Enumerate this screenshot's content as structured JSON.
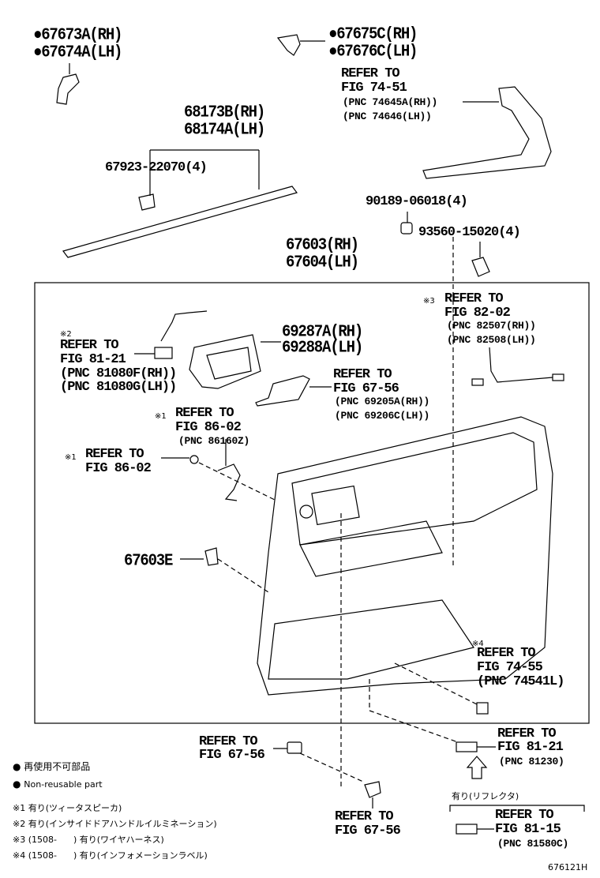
{
  "labels": {
    "p67673A": "●67673A(RH)",
    "p67674A": "●67674A(LH)",
    "p67675C": "●67675C(RH)",
    "p67676C": "●67676C(LH)",
    "ref7451": {
      "l1": "REFER TO",
      "l2": "FIG 74-51",
      "pnc1": "(PNC 74645A(RH))",
      "pnc2": "(PNC 74646(LH))"
    },
    "p68173B": "68173B(RH)",
    "p68174A": "68174A(LH)",
    "p67923": "67923-22070(4)",
    "p90189": "90189-06018(4)",
    "p93560": "93560-15020(4)",
    "p67603": "67603(RH)",
    "p67604": "67604(LH)",
    "ref8202": {
      "mark": "※3",
      "l1": "REFER TO",
      "l2": "FIG 82-02",
      "pnc1": "(PNC 82507(RH))",
      "pnc2": "(PNC 82508(LH))"
    },
    "ref8121a": {
      "mark": "※2",
      "l1": "REFER TO",
      "l2": "FIG 81-21",
      "pnc1": "(PNC 81080F(RH))",
      "pnc2": "(PNC 81080G(LH))"
    },
    "p69287A": "69287A(RH)",
    "p69288A": "69288A(LH)",
    "ref6756a": {
      "l1": "REFER TO",
      "l2": "FIG 67-56",
      "pnc1": "(PNC 69205A(RH))",
      "pnc2": "(PNC 69206C(LH))"
    },
    "ref8602a": {
      "mark": "※1",
      "l1": "REFER TO",
      "l2": "FIG 86-02",
      "pnc1": "(PNC 86160Z)"
    },
    "ref8602b": {
      "mark": "※1",
      "l1": "REFER TO",
      "l2": "FIG 86-02"
    },
    "p67603E": "67603E",
    "ref7455": {
      "mark": "※4",
      "l1": "REFER TO",
      "l2": "FIG 74-55",
      "pnc1": "(PNC 74541L)"
    },
    "ref6756b": {
      "l1": "REFER TO",
      "l2": "FIG 67-56"
    },
    "ref8121b": {
      "l1": "REFER TO",
      "l2": "FIG 81-21",
      "pnc1": "(PNC 81230)"
    },
    "reflector": "有り(リフレクタ)",
    "ref8115": {
      "l1": "REFER TO",
      "l2": "FIG 81-15",
      "pnc1": "(PNC 81580C)"
    },
    "ref6756c": {
      "l1": "REFER TO",
      "l2": "FIG 67-56"
    }
  },
  "legend": {
    "jp": "再使用不可部品",
    "en": "Non-reusable part",
    "notes": [
      "※1 有り(ツィータスピーカ)",
      "※2 有り(インサイドドアハンドルイルミネーション)",
      "※3 (1508-      ) 有り(ワイヤハーネス)",
      "※4 (1508-      ) 有り(インフォメーションラベル)"
    ]
  },
  "figure_id": "676121H"
}
